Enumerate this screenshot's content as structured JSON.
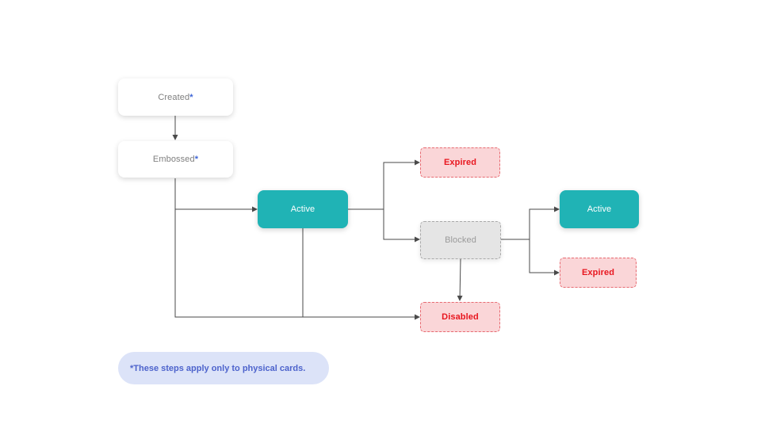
{
  "colors": {
    "teal": "#20b3b5",
    "expired_fill": "#fad6d8",
    "expired_text": "#e8161f",
    "blocked_fill": "#e5e5e5",
    "note_fill": "#dce3f8",
    "note_text": "#4d63cc",
    "asterisk": "#3f66d6"
  },
  "nodes": {
    "created": {
      "label": "Created",
      "marker": "*"
    },
    "embossed": {
      "label": "Embossed",
      "marker": "*"
    },
    "active_main": {
      "label": "Active"
    },
    "expired_top": {
      "label": "Expired"
    },
    "blocked": {
      "label": "Blocked"
    },
    "disabled": {
      "label": "Disabled"
    },
    "active_right": {
      "label": "Active"
    },
    "expired_right": {
      "label": "Expired"
    }
  },
  "edges": [
    {
      "from": "Created",
      "to": "Embossed"
    },
    {
      "from": "Embossed",
      "to": "Active"
    },
    {
      "from": "Embossed",
      "to": "Disabled"
    },
    {
      "from": "Active",
      "to": "Expired"
    },
    {
      "from": "Active",
      "to": "Blocked"
    },
    {
      "from": "Active",
      "to": "Disabled"
    },
    {
      "from": "Blocked",
      "to": "Disabled"
    },
    {
      "from": "Blocked",
      "to": "Active"
    },
    {
      "from": "Blocked",
      "to": "Expired"
    }
  ],
  "note": {
    "text": "*These steps apply only to physical cards."
  }
}
